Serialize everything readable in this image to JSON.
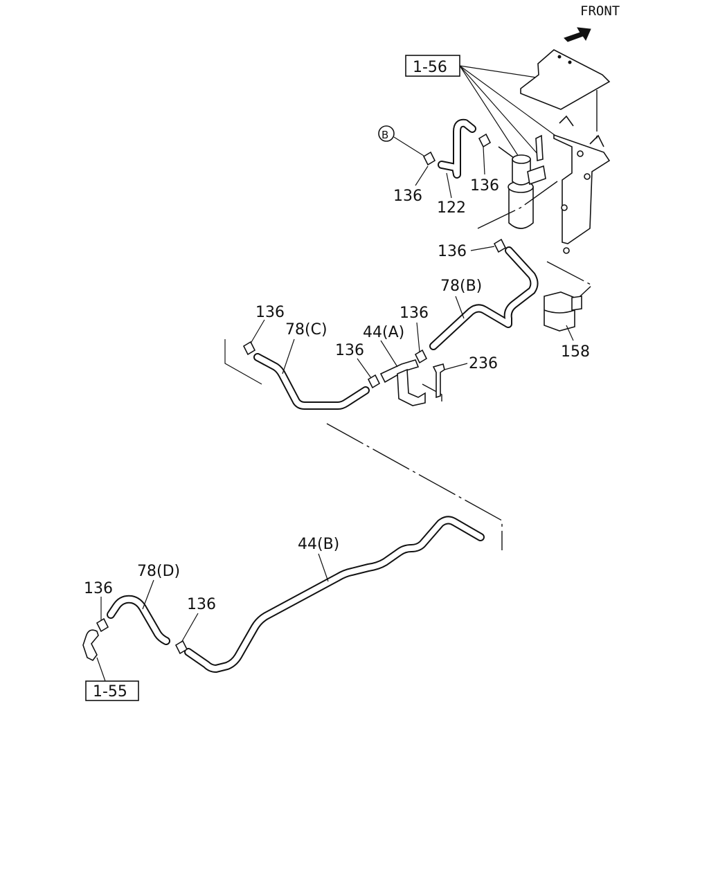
{
  "header": {
    "front_label": "FRONT"
  },
  "refs": {
    "ref_156": "1-56",
    "ref_155": "1-55",
    "circle_b": "B"
  },
  "callouts": {
    "c136_top_left": "136",
    "c136_top_mid": "136",
    "c122": "122",
    "c136_upper": "136",
    "c78b": "78(B)",
    "c136_78c": "136",
    "c78c": "78(C)",
    "c44a": "44(A)",
    "c136_44a": "136",
    "c136_mid": "136",
    "c236": "236",
    "c158": "158",
    "c44b": "44(B)",
    "c78d": "78(D)",
    "c136_bottom_left": "136",
    "c136_bottom_mid": "136"
  }
}
